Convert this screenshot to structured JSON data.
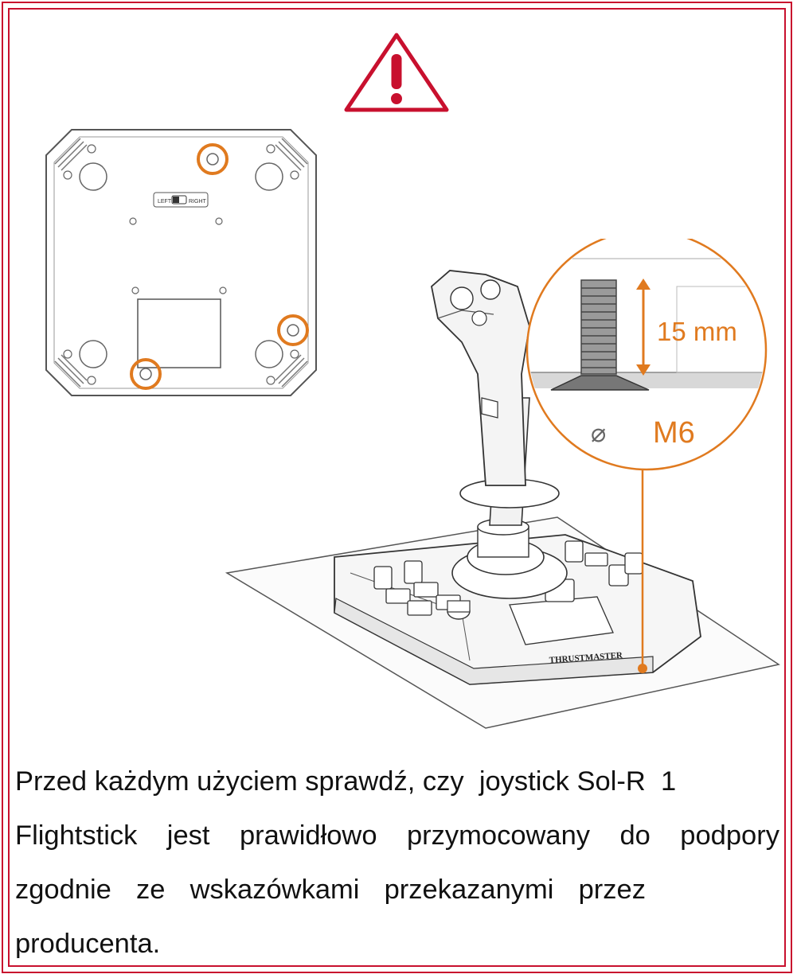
{
  "warning": {
    "icon": "warning-triangle-icon",
    "color": "#c8102e"
  },
  "plate": {
    "switch_left": "LEFT",
    "switch_right": "RIGHT"
  },
  "product": {
    "brand": "THRUSTMASTER"
  },
  "callout": {
    "length_label": "15 mm",
    "thread_label": "M6",
    "diameter_symbol": "⌀",
    "accent_color": "#e07a1f"
  },
  "caption": {
    "line1": "Przed każdym użyciem sprawdź, czy  joystick Sol-R  1",
    "line2": "Flightstick jest prawidłowo przymocowany  do podpory",
    "line3": "zgodnie  ze  wskazówkami  przekazanymi  przez",
    "line4": "producenta."
  }
}
